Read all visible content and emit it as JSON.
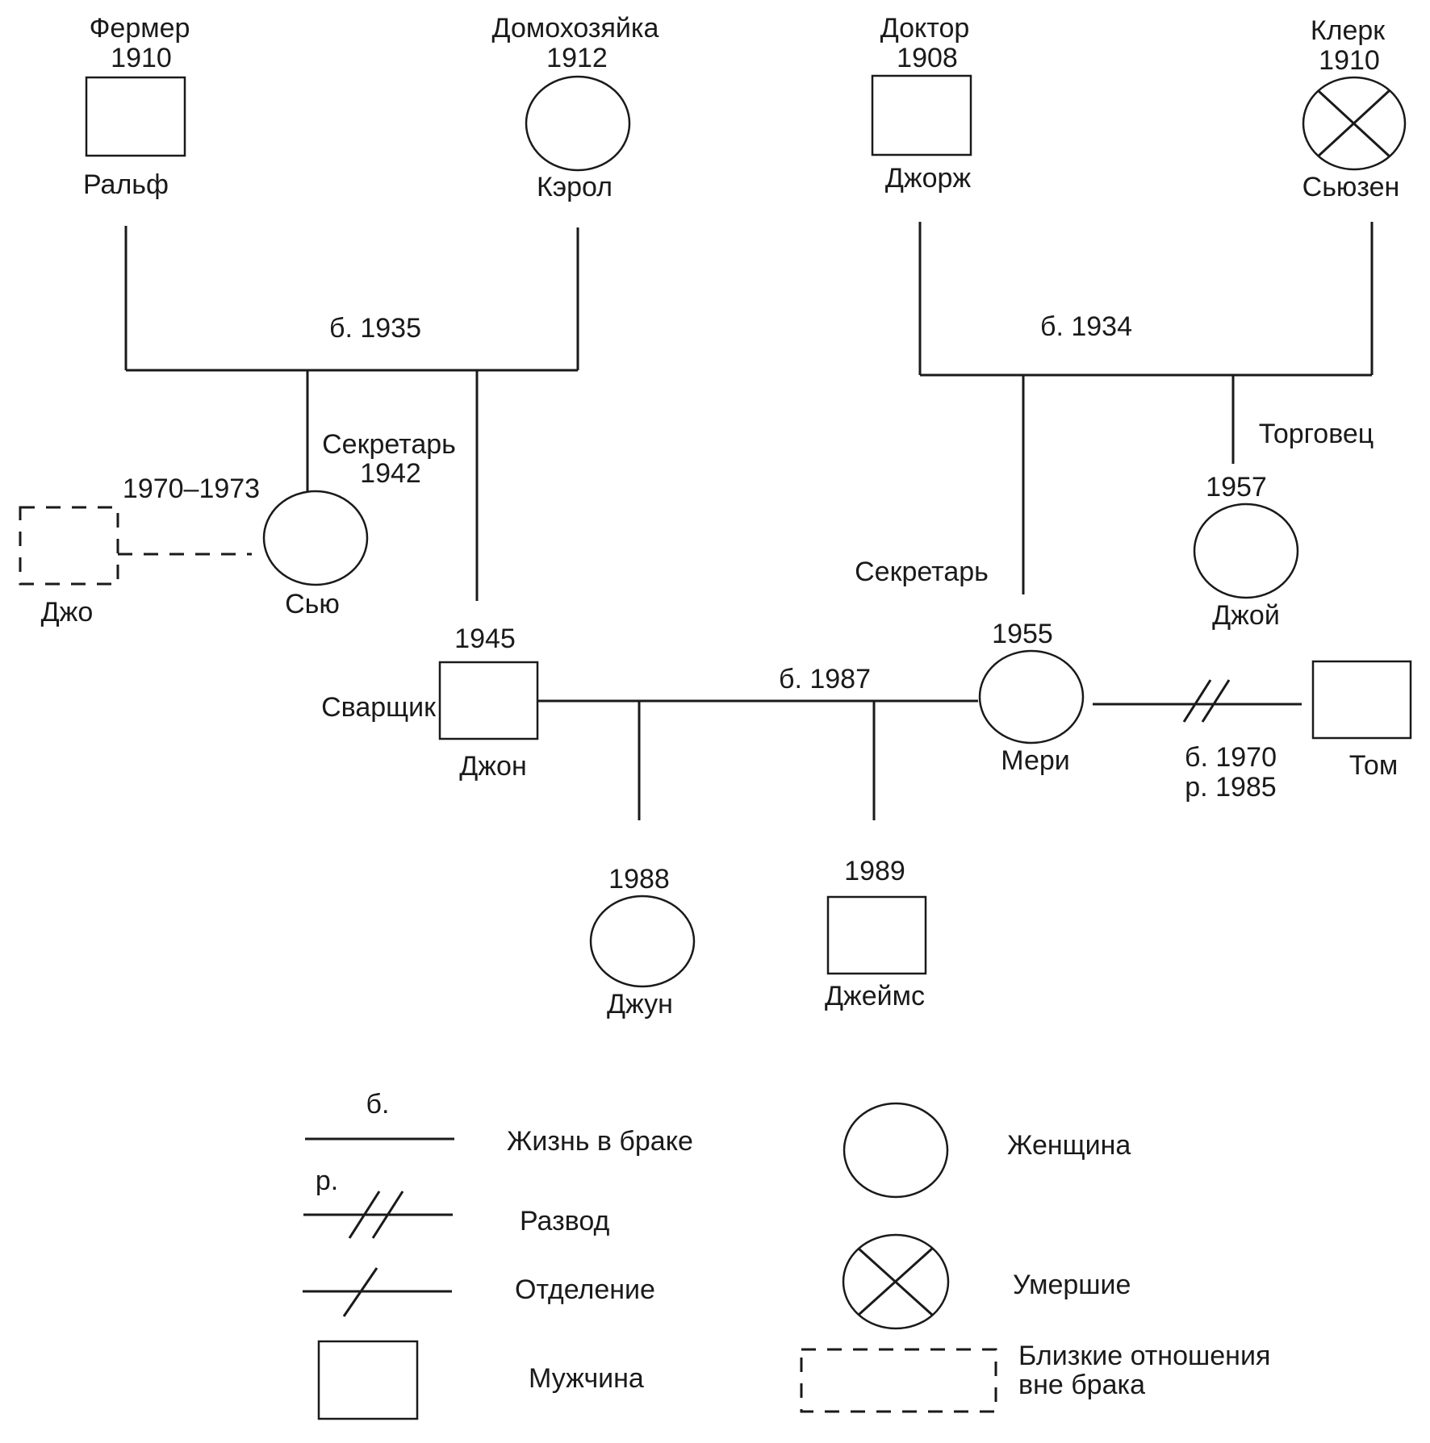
{
  "people": {
    "ralph": {
      "name": "Ральф",
      "occupation": "Фермер",
      "year": "1910"
    },
    "carol": {
      "name": "Кэрол",
      "occupation": "Домохозяйка",
      "year": "1912"
    },
    "george": {
      "name": "Джорж",
      "occupation": "Доктор",
      "year": "1908"
    },
    "susan": {
      "name": "Сьюзен",
      "occupation": "Клерк",
      "year": "1910"
    },
    "sue": {
      "name": "Сью",
      "occupation": "Секретарь",
      "year": "1942"
    },
    "jo": {
      "name": "Джо"
    },
    "john": {
      "name": "Джон",
      "occupation": "Сварщик",
      "year": "1945"
    },
    "mary": {
      "name": "Мери",
      "occupation": "Секретарь",
      "year": "1955"
    },
    "joy": {
      "name": "Джой",
      "occupation": "Торговец",
      "year": "1957"
    },
    "tom": {
      "name": "Том"
    },
    "june": {
      "name": "Джун",
      "year": "1988"
    },
    "james": {
      "name": "Джеймс",
      "year": "1989"
    }
  },
  "relations": {
    "ralph_carol": "б. 1935",
    "george_susan": "б. 1934",
    "sue_jo": "1970–1973",
    "john_mary": "б. 1987",
    "mary_tom_married": "б. 1970",
    "mary_tom_divorced": "р. 1985"
  },
  "legend": {
    "married_abbr": "б.",
    "married": "Жизнь в браке",
    "divorce_abbr": "р.",
    "divorce": "Развод",
    "separation": "Отделение",
    "male": "Мужчина",
    "female": "Женщина",
    "deceased": "Умершие",
    "cohabitation_line1": "Близкие отношения",
    "cohabitation_line2": "вне брака"
  }
}
